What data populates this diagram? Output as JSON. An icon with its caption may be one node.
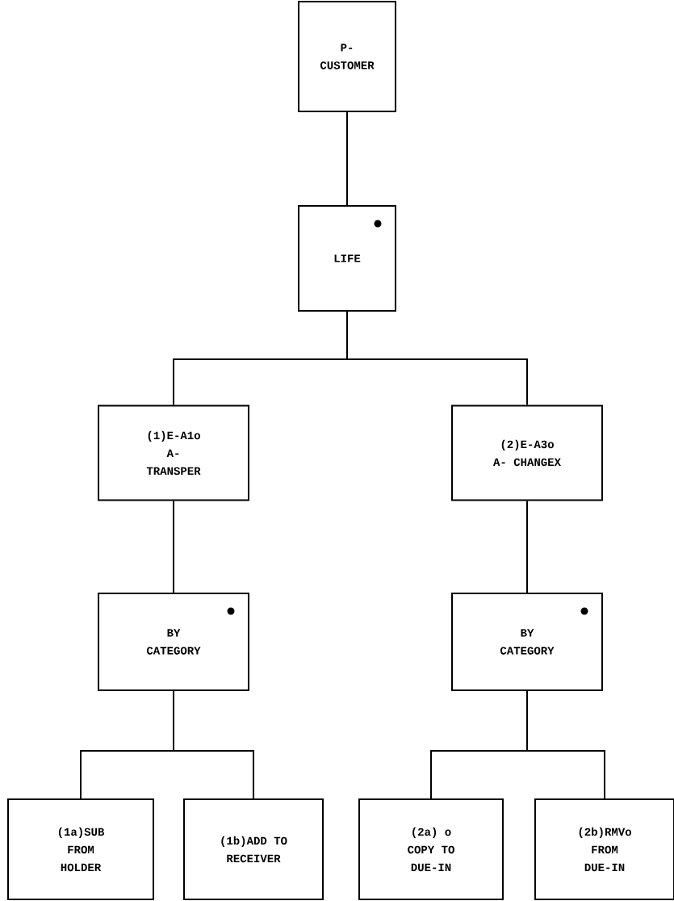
{
  "diagram": {
    "nodes": [
      {
        "text": [
          "P- CUSTOMER"
        ]
      },
      {
        "text": [
          "LIFE"
        ]
      },
      {
        "text": [
          "(1)E-A1o A- TRANSPER"
        ]
      },
      {
        "text": [
          "(2)E-A3o A- CHANGEX"
        ]
      },
      {
        "text": [
          "BY CATEGORY"
        ]
      },
      {
        "text": [
          "BY CATEGORY"
        ]
      },
      {
        "text": [
          "(1a)SUB FROM HOLDER"
        ]
      },
      {
        "text": [
          "(1b)ADD TO RECEIVER"
        ]
      },
      {
        "text": [
          "(2a) o COPY TO DUE-IN"
        ]
      },
      {
        "text": [
          "(2b)RMVo FROM DUE-IN"
        ]
      }
    ],
    "edges": [
      {
        "from": 0,
        "to": 1,
        "arrow": "none"
      },
      {
        "from": 1,
        "to": 2,
        "arrow": "none"
      },
      {
        "from": 1,
        "to": 3,
        "arrow": "none"
      },
      {
        "from": 2,
        "to": 4,
        "arrow": "none"
      },
      {
        "from": 3,
        "to": 5,
        "arrow": "none"
      },
      {
        "from": 4,
        "to": 6,
        "arrow": "none"
      },
      {
        "from": 4,
        "to": 7,
        "arrow": "none"
      },
      {
        "from": 5,
        "to": 8,
        "arrow": "none"
      },
      {
        "from": 5,
        "to": 9,
        "arrow": "none"
      }
    ]
  }
}
